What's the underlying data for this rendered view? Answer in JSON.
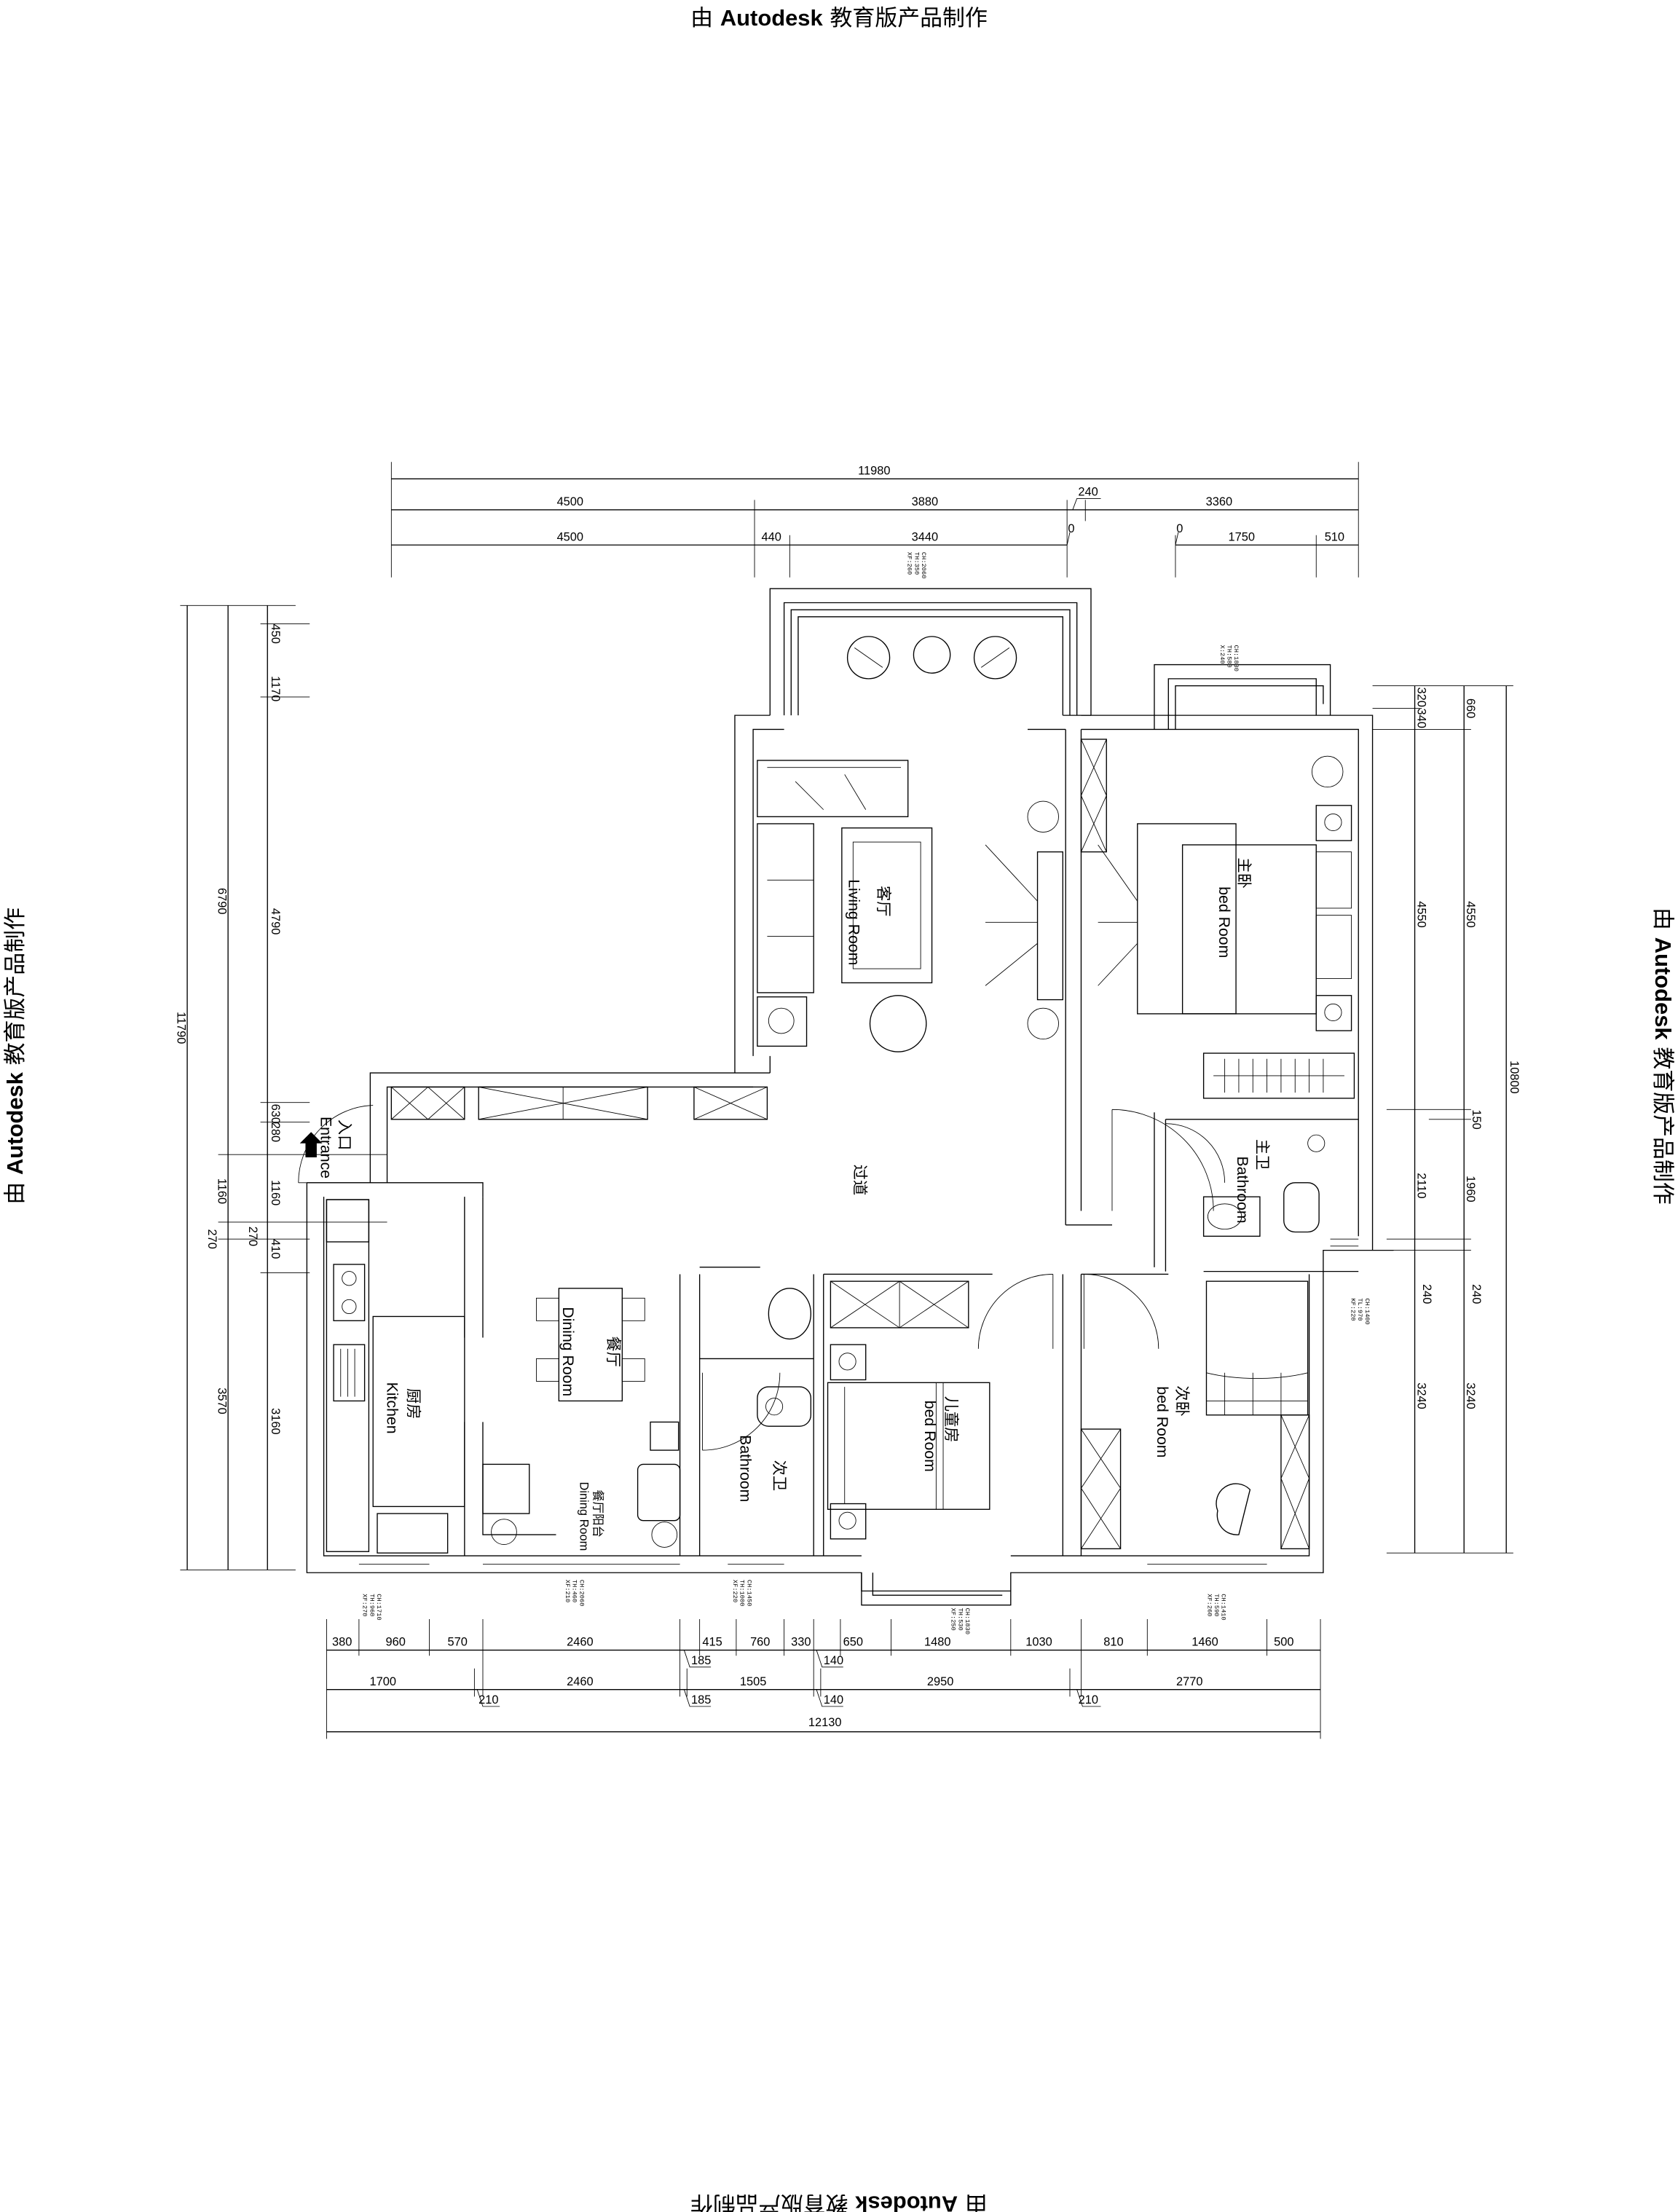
{
  "watermark": {
    "prefix": "由 ",
    "brand": "Autodesk",
    "suffix": " 教育版产品制作"
  },
  "dimensions": {
    "top": {
      "overall": "11980",
      "row2": [
        "4500",
        "3880",
        "240",
        "3360"
      ],
      "row3": [
        "4500",
        "440",
        "3440",
        "0",
        "0",
        "1750",
        "510"
      ]
    },
    "left": {
      "overall": "11790",
      "middle": [
        "6790",
        "1160",
        "270",
        "3570"
      ],
      "inner": [
        "450",
        "1170",
        "4790",
        "630",
        "280",
        "1160",
        "270",
        "410",
        "3160"
      ]
    },
    "right": {
      "overall": "10800",
      "inner": [
        "320",
        "340",
        "4550",
        "2110",
        "240",
        "3240"
      ],
      "middle": [
        "660",
        "4550",
        "150",
        "1960",
        "240",
        "3240"
      ]
    },
    "bottom": {
      "row1": [
        "380",
        "960",
        "570",
        "2460",
        "415",
        "760",
        "330",
        "650",
        "1480",
        "1030",
        "810",
        "1460",
        "500"
      ],
      "row1_offsets": [
        "185",
        "140"
      ],
      "row2": [
        "1700",
        "2460",
        "1505",
        "2950",
        "2770"
      ],
      "row2_offsets": [
        "210",
        "185",
        "140",
        "210"
      ],
      "overall": "12130"
    }
  },
  "rooms": {
    "living": {
      "cn": "客厅",
      "en": "Living Room"
    },
    "master_bedroom": {
      "cn": "主卧",
      "en": "bed Room"
    },
    "master_bath": {
      "cn": "主卫",
      "en": "Bathroom"
    },
    "corridor": {
      "cn": "过道"
    },
    "entrance": {
      "cn": "入口",
      "en": "Entrance"
    },
    "dining": {
      "cn": "餐厅",
      "en": "Dining Room"
    },
    "kitchen": {
      "cn": "厨房",
      "en": "Kitchen"
    },
    "dining_balcony": {
      "cn": "餐厅阳台",
      "en": "Dining Room"
    },
    "second_bath": {
      "cn": "次卫",
      "en": "Bathroom"
    },
    "child_room": {
      "cn": "儿童房",
      "en": "bed Room"
    },
    "second_bedroom": {
      "cn": "次卧",
      "en": "bed Room"
    }
  },
  "windows": {
    "living_balcony": [
      "CH:2060",
      "TH:350",
      "XF:260"
    ],
    "master_balcony": [
      "CH:1830",
      "TH:580",
      "X:240"
    ],
    "master_bath": [
      "CH:1400",
      "TL:970",
      "KF:220"
    ],
    "kitchen": [
      "CH:1710",
      "TH:960",
      "XF:270"
    ],
    "dining_balcony": [
      "CH:2060",
      "TH:460",
      "XF:210"
    ],
    "second_bath": [
      "CH:1450",
      "TH:1000",
      "XF:220"
    ],
    "child_room": [
      "CH:1830",
      "TH:530",
      "XF:250"
    ],
    "second_bedroom": [
      "CH:1410",
      "TH:590",
      "XF:260"
    ]
  }
}
